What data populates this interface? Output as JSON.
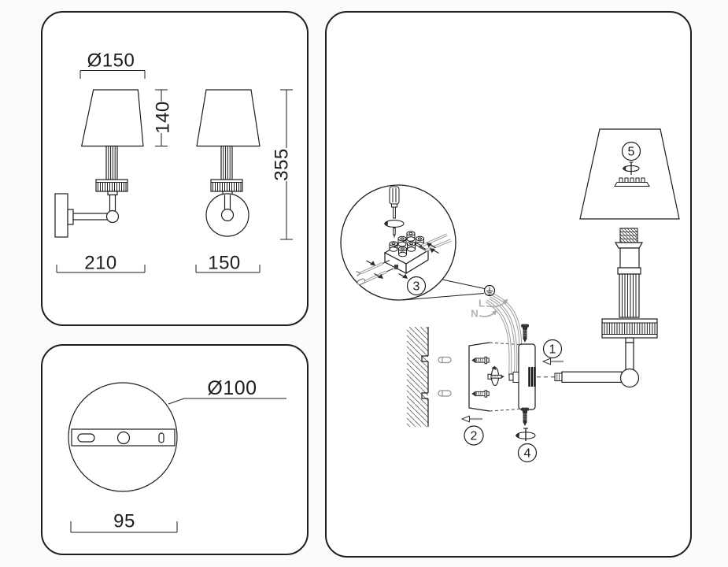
{
  "dim_views": {
    "shade_diameter": "Ø150",
    "shade_height": "140",
    "overall_height": "355",
    "depth": "210",
    "shade_width": "150"
  },
  "base_view": {
    "plate_diameter": "Ø100",
    "hole_spacing": "95"
  },
  "assembly": {
    "step1": "1",
    "step2": "2",
    "step3": "3",
    "step4": "4",
    "step5": "5",
    "wire_live": "L",
    "wire_neutral": "N"
  },
  "colors": {
    "line": "#1d1d1b",
    "gray": "#9b9b9b",
    "light_gray": "#b2b2b2"
  }
}
